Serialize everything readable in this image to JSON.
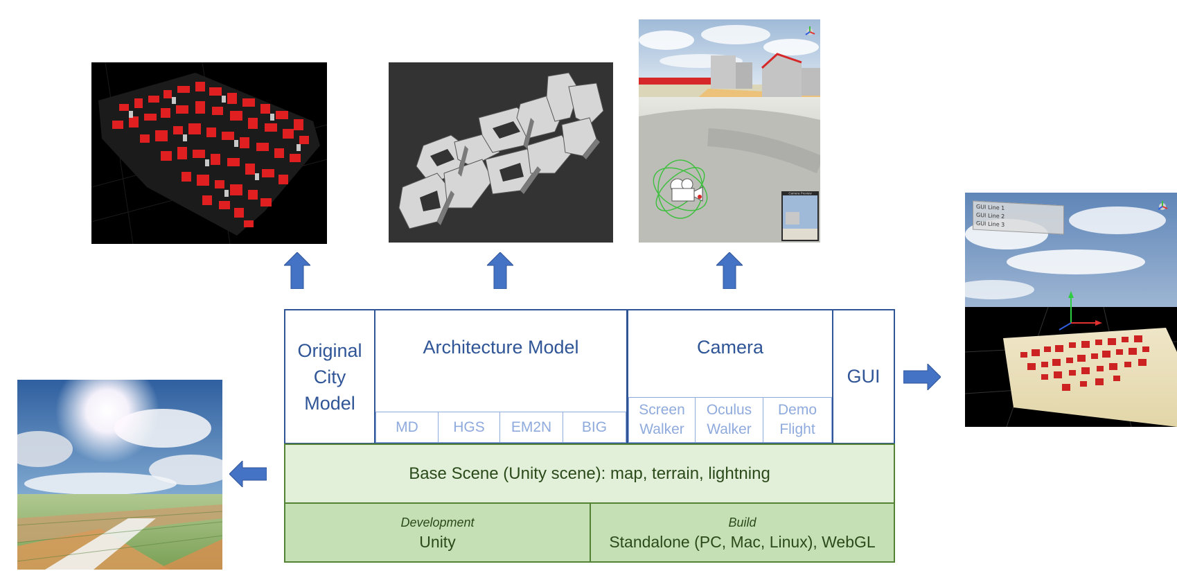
{
  "diagram": {
    "original_city_model": "Original City Model",
    "architecture_model": {
      "title": "Architecture Model",
      "items": [
        "MD",
        "HGS",
        "EM2N",
        "BIG"
      ]
    },
    "camera": {
      "title": "Camera",
      "items": [
        {
          "line1": "Screen",
          "line2": "Walker"
        },
        {
          "line1": "Oculus",
          "line2": "Walker"
        },
        {
          "line1": "Demo",
          "line2": "Flight"
        }
      ]
    },
    "gui": "GUI",
    "base_scene": "Base Scene (Unity scene): map, terrain, lightning",
    "development": {
      "label": "Development",
      "value": "Unity"
    },
    "build": {
      "label": "Build",
      "value": "Standalone (PC, Mac, Linux), WebGL"
    }
  },
  "screenshots": {
    "camera_preview_label": "Camera Preview",
    "gui_lines": [
      "GUI Line 1",
      "GUI Line 2",
      "GUI Line 3"
    ]
  },
  "colors": {
    "dark_blue": "#2f5597",
    "light_blue": "#8faadc",
    "arrow_blue": "#4472c4",
    "green_light": "#e2f0d9",
    "green_mid": "#c5e0b4",
    "green_border": "#548235"
  }
}
